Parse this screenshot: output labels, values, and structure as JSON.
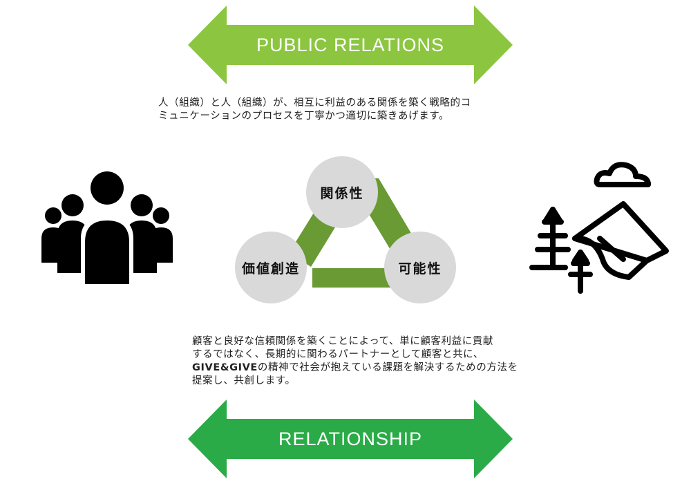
{
  "colors": {
    "arrow_top": "#8cc640",
    "arrow_bottom": "#2bab48",
    "triangle_band": "#6a9a33",
    "node_fill": "#d9d9d9",
    "icon": "#000000"
  },
  "arrows": {
    "top_label": "PUBLIC RELATIONS",
    "bottom_label": "RELATIONSHIP"
  },
  "intro": {
    "line1": "人（組織）と人（組織）が、相互に利益のある関係を築く戦略的コ",
    "line2": "ミュニケーションのプロセスを丁寧かつ適切に築きあげます。"
  },
  "triangle": {
    "top": "関係性",
    "left": "価値創造",
    "right": "可能性"
  },
  "description": {
    "line1": "顧客と良好な信頼関係を築くことによって、単に顧客利益に貢献",
    "line2": "するではなく、長期的に関わるパートナーとして顧客と共に、",
    "line3_bold": "GIVE&GIVE",
    "line3_rest": "の精神で社会が抱えている課題を解決するための方法を",
    "line4": "提案し、共創します。"
  },
  "icons": {
    "left": "people-group-icon",
    "right": "camping-tent-icon"
  }
}
